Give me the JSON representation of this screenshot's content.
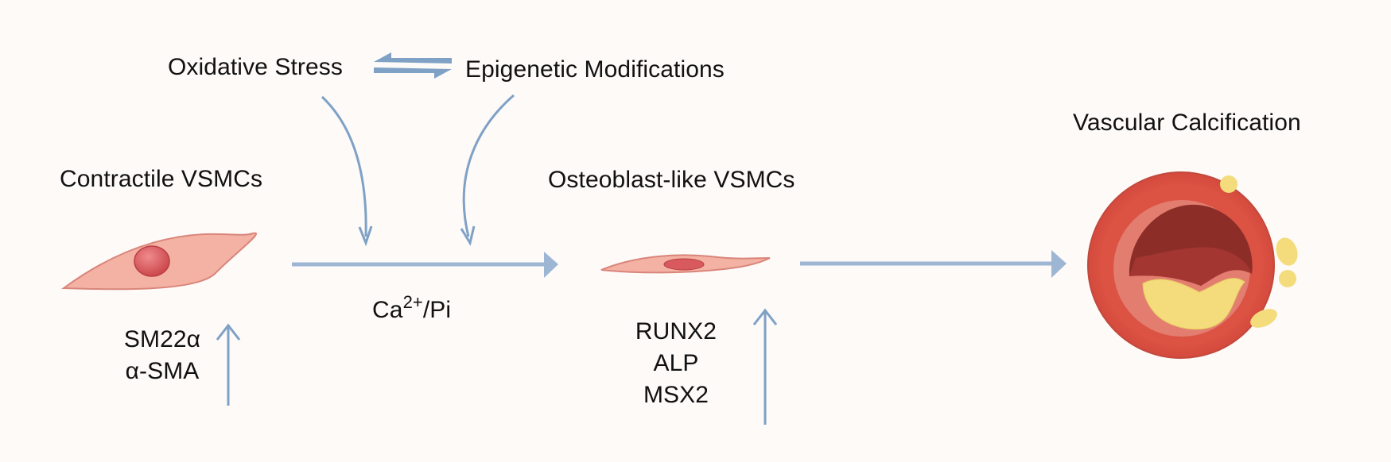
{
  "labels": {
    "oxidative_stress": "Oxidative Stress",
    "epigenetic_modifications": "Epigenetic Modifications",
    "contractile_vsmcs": "Contractile VSMCs",
    "osteoblast_vsmcs": "Osteoblast-like VSMCs",
    "vascular_calcification": "Vascular Calcification",
    "ca_base": "Ca",
    "ca_charge": "2+",
    "ca_suffix": "/Pi"
  },
  "contractile_markers": [
    "SM22α",
    "α-SMA"
  ],
  "osteogenic_markers": [
    "RUNX2",
    "ALP",
    "MSX2"
  ],
  "colors": {
    "background": "#fdfaf8",
    "arrow": "#9db6d3",
    "curve_arrow": "#7fa1c6",
    "cell_body": "#f4b2a4",
    "cell_outline": "#d9857a",
    "nucleus": "#d85a5f",
    "vessel_outer": "#e45c4c",
    "vessel_mid": "#cc4a3e",
    "lumen": "#8a2b27",
    "calcification": "#f4dc7d"
  }
}
